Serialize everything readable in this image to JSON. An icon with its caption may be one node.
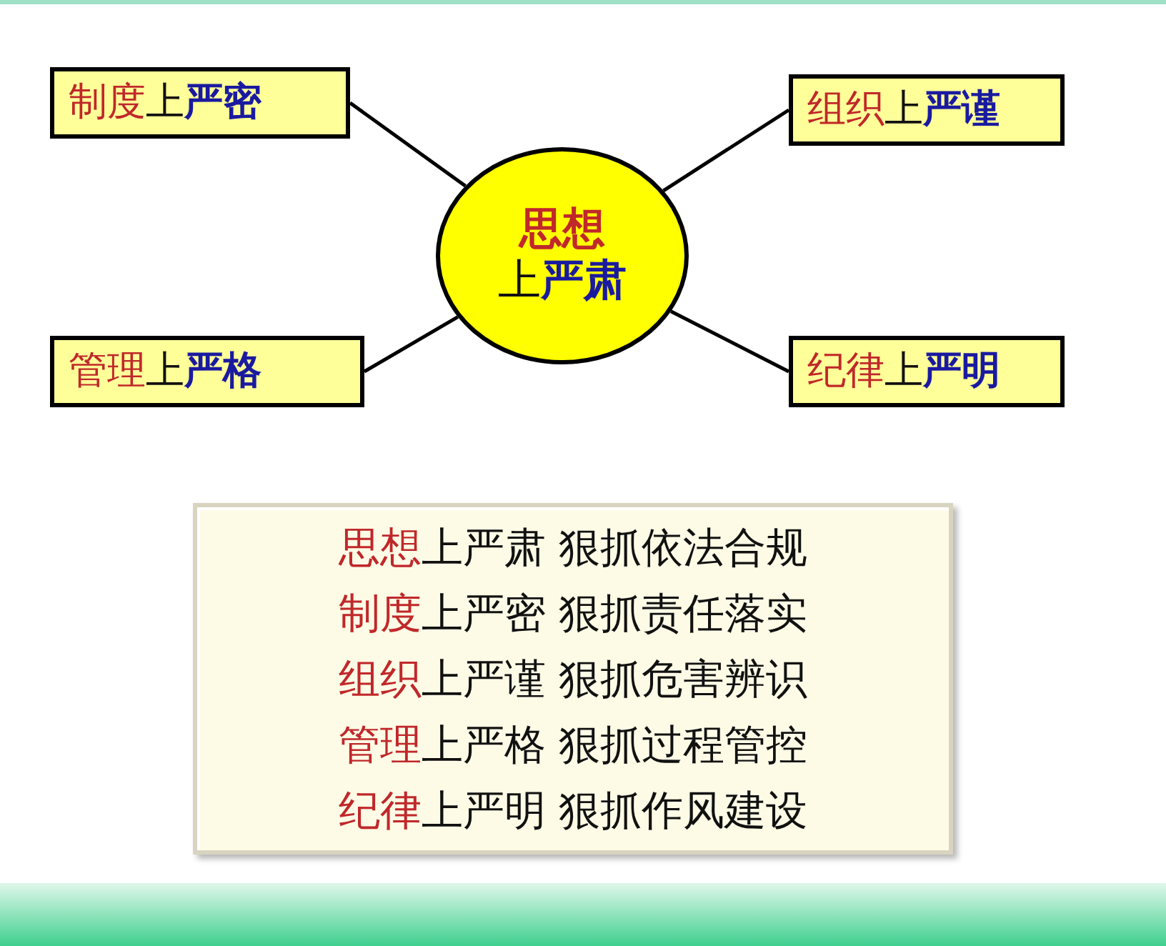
{
  "diagram": {
    "nodes": [
      {
        "text": [
          "思想",
          "上严肃"
        ]
      },
      {
        "text": [
          "制度上严密"
        ]
      },
      {
        "text": [
          "组织上严谨"
        ]
      },
      {
        "text": [
          "管理上严格"
        ]
      },
      {
        "text": [
          "纪律上严明"
        ]
      },
      {
        "text": [
          "思想上严肃 狠抓依法合规",
          "制度上严密 狠抓责任落实",
          "组织上严谨 狠抓危害辨识",
          "管理上严格 狠抓过程管控",
          "纪律上严明 狠抓作风建设"
        ]
      }
    ],
    "edges": [
      {
        "from": 0,
        "to": 1,
        "arrow": "none"
      },
      {
        "from": 0,
        "to": 2,
        "arrow": "none"
      },
      {
        "from": 0,
        "to": 3,
        "arrow": "none"
      },
      {
        "from": 0,
        "to": 4,
        "arrow": "none"
      }
    ]
  }
}
